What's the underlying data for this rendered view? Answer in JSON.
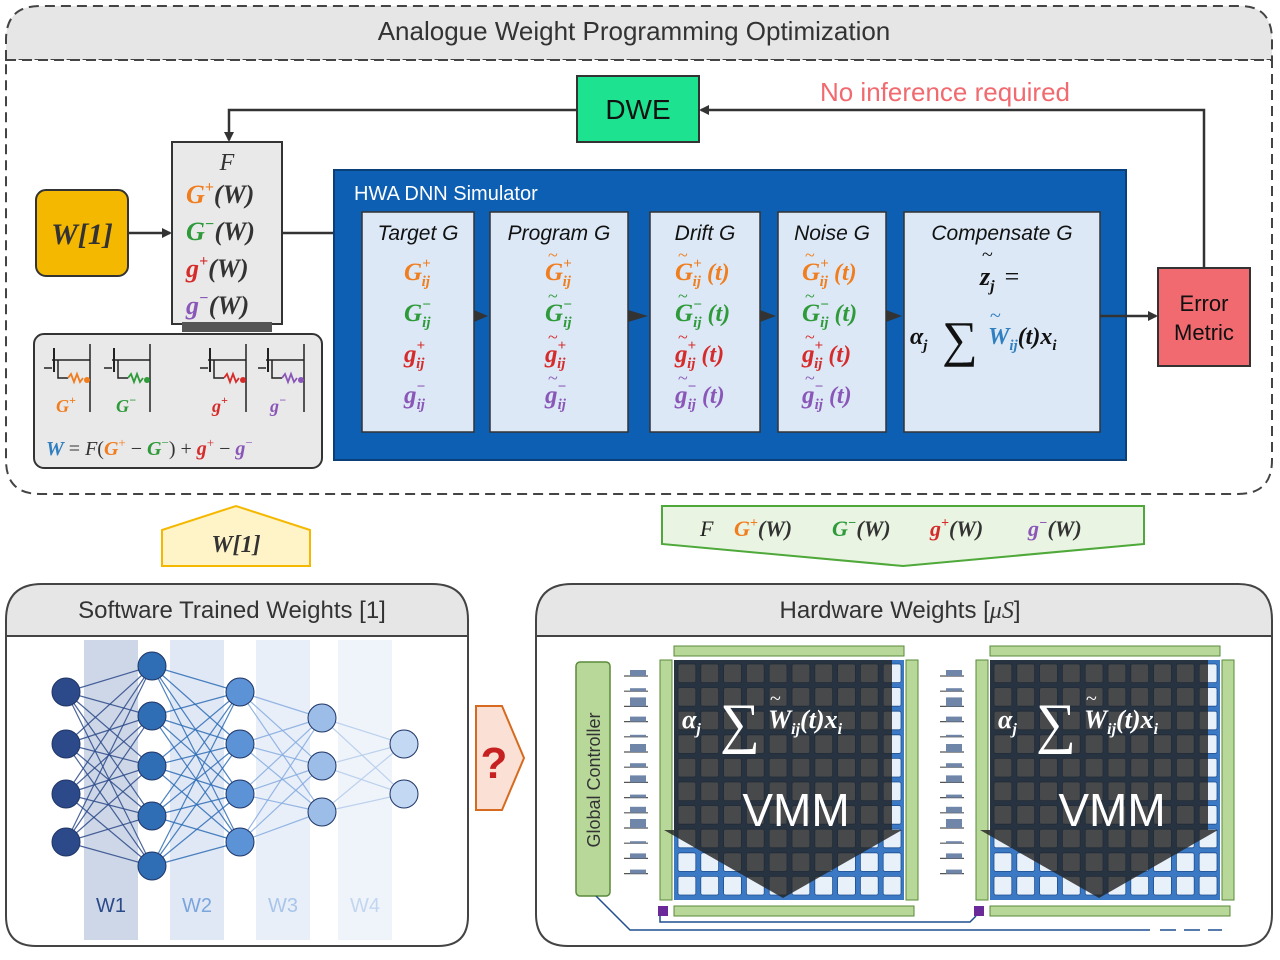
{
  "top": {
    "title": "Analogue Weight Programming Optimization",
    "dwe": "DWE",
    "no_inference": "No inference required",
    "input_label": "W[1]",
    "error_metric": [
      "Error",
      "Metric"
    ]
  },
  "param_box": {
    "f": "F",
    "lines": [
      {
        "sym": "G",
        "sign": "+",
        "arg": "(W)",
        "color": "#f07d1e"
      },
      {
        "sym": "G",
        "sign": "−",
        "arg": "(W)",
        "color": "#2e9a3a"
      },
      {
        "sym": "g",
        "sign": "+",
        "arg": "(W)",
        "color": "#d62b2b"
      },
      {
        "sym": "g",
        "sign": "−",
        "arg": "(W)",
        "color": "#8a57b8"
      }
    ]
  },
  "cell_legend": {
    "labels": [
      {
        "sym": "G",
        "sign": "+",
        "color": "#f07d1e"
      },
      {
        "sym": "G",
        "sign": "−",
        "color": "#2e9a3a"
      },
      {
        "sym": "g",
        "sign": "+",
        "color": "#d62b2b"
      },
      {
        "sym": "g",
        "sign": "−",
        "color": "#8a57b8"
      }
    ],
    "eq_w": "W",
    "eq_eq": " = ",
    "eq_f": "F",
    "eq_open": "(",
    "eq_minus": " − ",
    "eq_close": ") + ",
    "eq_minus2": " − "
  },
  "simulator": {
    "title": "HWA DNN Simulator",
    "stages": [
      {
        "title": "Target G",
        "tilde": false,
        "time": ""
      },
      {
        "title": "Program G",
        "tilde": true,
        "time": ""
      },
      {
        "title": "Drift G",
        "tilde": true,
        "time": "(t)"
      },
      {
        "title": "Noise G",
        "tilde": true,
        "time": "(t)"
      }
    ],
    "subscript": "ij",
    "compensate": {
      "title": "Compensate G",
      "lhs": "z",
      "lhs_sub": "j",
      "eq": "=",
      "alpha": "α",
      "alpha_sub": "j",
      "sum": "∑",
      "w": "W",
      "w_sub": "ij",
      "t": "(t)",
      "x": "x",
      "x_sub": "i"
    }
  },
  "middle": {
    "w1_label": "W[1]",
    "output_items": [
      {
        "sym": "F",
        "sign": "",
        "arg": "",
        "color": "#222222"
      },
      {
        "sym": "G",
        "sign": "+",
        "arg": "(W)",
        "color": "#f07d1e"
      },
      {
        "sym": "G",
        "sign": "−",
        "arg": "(W)",
        "color": "#2e9a3a"
      },
      {
        "sym": "g",
        "sign": "+",
        "arg": "(W)",
        "color": "#d62b2b"
      },
      {
        "sym": "g",
        "sign": "−",
        "arg": "(W)",
        "color": "#8a57b8"
      }
    ],
    "question": "?"
  },
  "software": {
    "title": "Software Trained Weights [1]",
    "layers": [
      "W1",
      "W2",
      "W3",
      "W4"
    ]
  },
  "hardware": {
    "title_prefix": "Hardware Weights [",
    "title_unit": "μS",
    "title_suffix": "]",
    "controller": "Global Controller",
    "vmm": "VMM"
  },
  "colors": {
    "orange": "#f07d1e",
    "green": "#2e9a3a",
    "red": "#d62b2b",
    "purple": "#8a57b8",
    "blue_w": "#2f7fc1",
    "sim_blue": "#0d5fb3",
    "dwe_green": "#1de28f",
    "error_pink": "#f06a6f",
    "input_gold": "#f5b800",
    "no_inference_red": "#f06a6f"
  }
}
